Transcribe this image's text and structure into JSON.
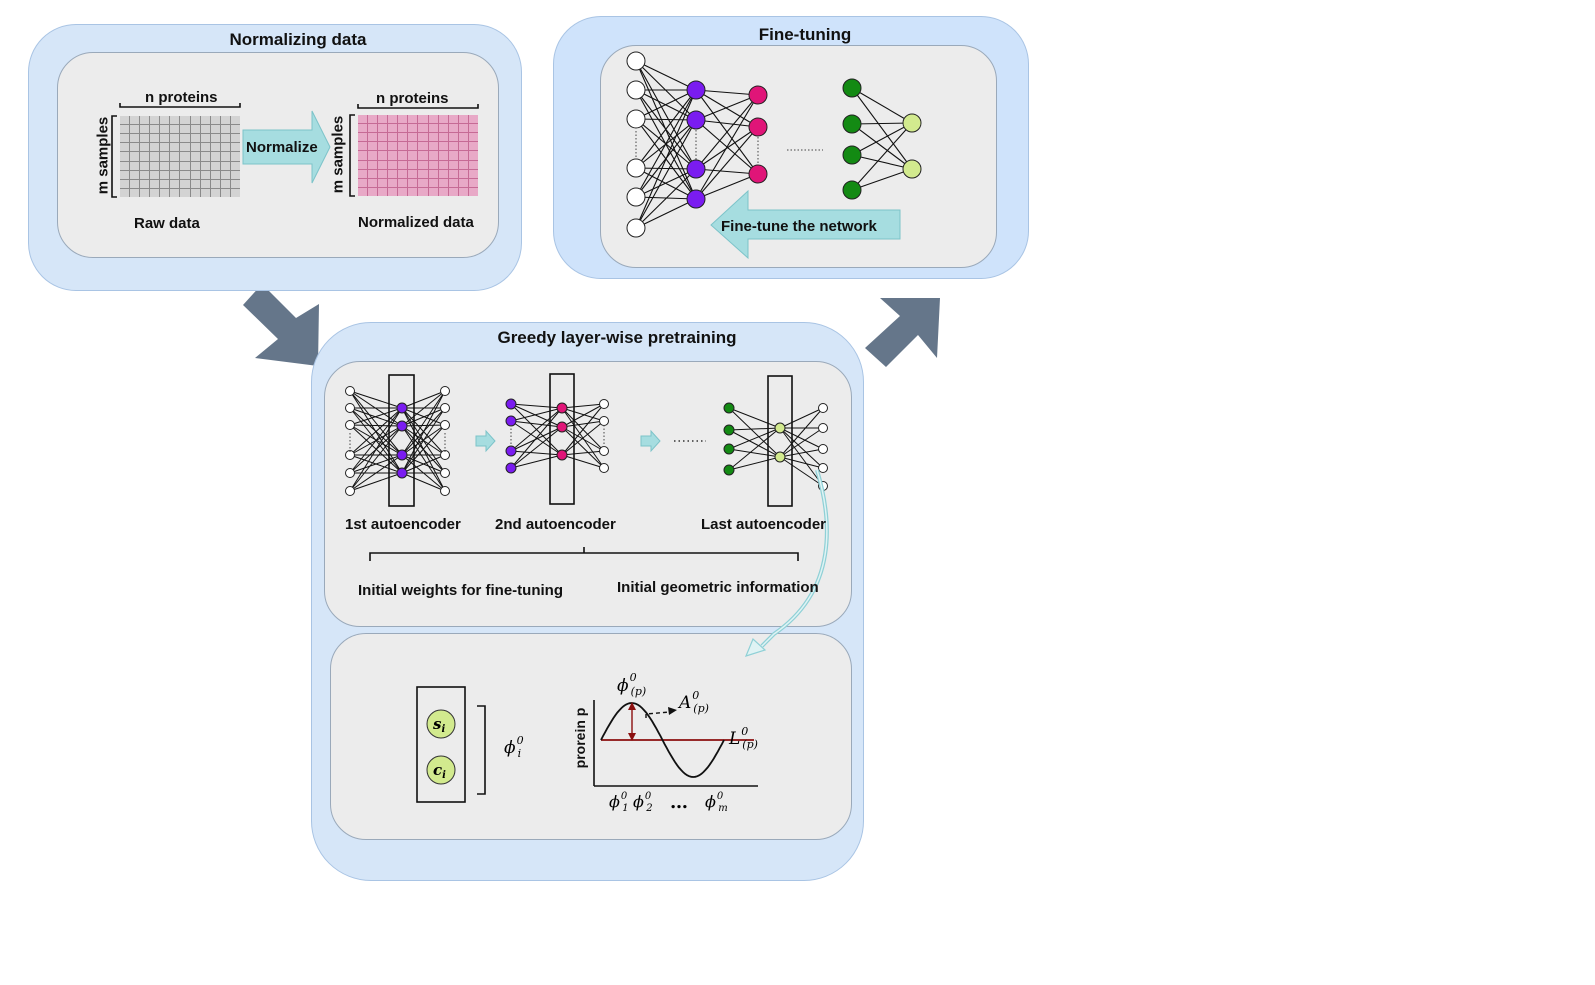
{
  "normalizing": {
    "title": "Normalizing data",
    "left_top_label": "n proteins",
    "left_side_label": "m samples",
    "left_caption": "Raw data",
    "arrow_label": "Normalize",
    "right_top_label": "n proteins",
    "right_side_label": "m samples",
    "right_caption": "Normalized data"
  },
  "finetuning": {
    "title": "Fine-tuning",
    "arrow_label": "Fine-tune the network"
  },
  "pretraining": {
    "title": "Greedy layer-wise pretraining",
    "ae1_label": "1st autoencoder",
    "ae2_label": "2nd autoencoder",
    "ae_last_label": "Last autoencoder",
    "weights_label": "Initial weights for fine-tuning",
    "geo_label": "Initial geometric information",
    "ylabel": "prorein p",
    "s_label": "s",
    "s_sub": "i",
    "c_label": "c",
    "c_sub": "i",
    "phi_i": "ϕ",
    "phi_i_sub": "i",
    "phi_i_sup": "0",
    "phi_p": "ϕ",
    "phi_p_sub": "(p)",
    "phi_p_sup": "0",
    "A_p": "A",
    "A_p_sub": "(p)",
    "A_p_sup": "0",
    "L_p": "L",
    "L_p_sub": "(p)",
    "L_p_sup": "0",
    "phi1_sub": "1",
    "phi2_sub": "2",
    "phim_sub": "m",
    "dots": "…"
  },
  "colors": {
    "panel_bg": "#d6e6f8",
    "inner_bg": "#ececec",
    "big_arrow": "#65768a",
    "cyan_arrow": "#a6dde0",
    "purple": "#7a1cf0",
    "magenta": "#e01578",
    "green": "#138a13",
    "lightgreen": "#d2ea8e",
    "sine": "#111111",
    "baseline": "#8b0f0f"
  }
}
